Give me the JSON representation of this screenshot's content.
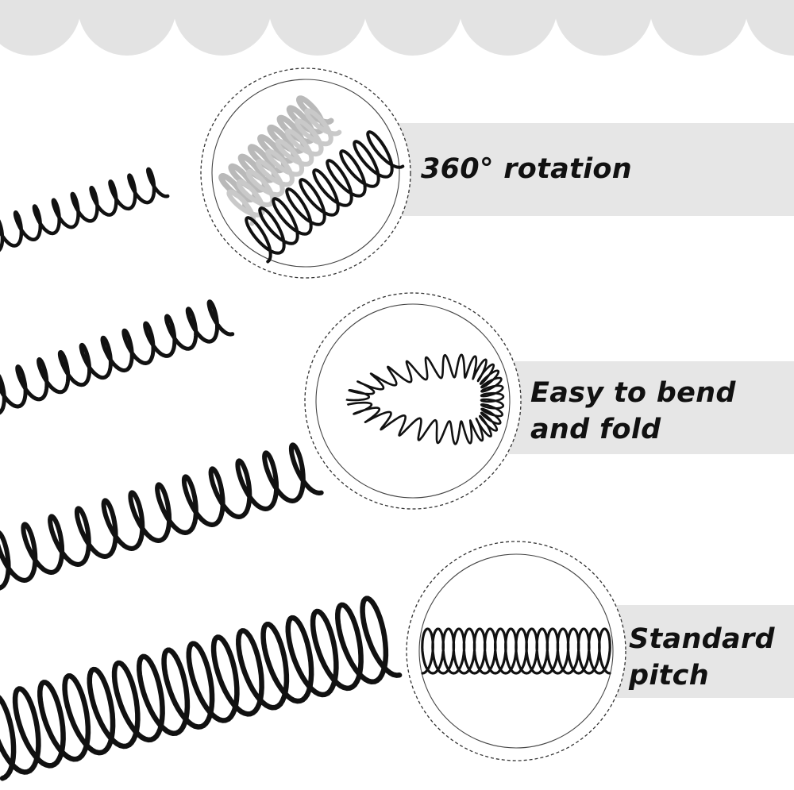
{
  "features": [
    {
      "id": "rotation",
      "lines": [
        "360° rotation"
      ]
    },
    {
      "id": "bend",
      "lines": [
        "Easy to bend",
        "and fold"
      ]
    },
    {
      "id": "pitch",
      "lines": [
        "Standard",
        "pitch"
      ]
    }
  ],
  "colors": {
    "background": "#ffffff",
    "band": "#e6e6e6",
    "scallop": "#e3e3e3",
    "coil": "#111111",
    "text": "#111111"
  },
  "icons": [
    "scalloped-top-border",
    "spiral-coil",
    "dashed-circle-detail-view"
  ]
}
